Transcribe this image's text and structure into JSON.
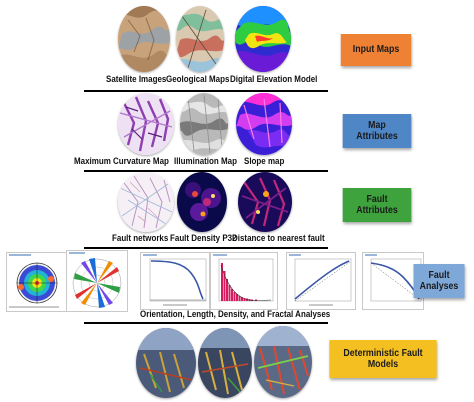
{
  "rows": {
    "input": {
      "captions": [
        "Satellite Images",
        "Geological Maps",
        "Digital Elevation Model"
      ],
      "box": {
        "lines": [
          "Input Maps"
        ],
        "color": "#ee8133"
      }
    },
    "map_attributes": {
      "captions": [
        "Maximum Curvature Map",
        "Illumination Map",
        "Slope map"
      ],
      "box": {
        "lines": [
          "Map",
          "Attributes"
        ],
        "color": "#4f86c6"
      }
    },
    "fault_attributes": {
      "captions": [
        "Fault networks",
        "Fault Density P32",
        "Distance to nearest fault"
      ],
      "box": {
        "lines": [
          "Fault",
          "Attributes"
        ],
        "color": "#3fa33d"
      }
    },
    "analyses": {
      "caption": "Orientation, Length, Density, and Fractal Analyses",
      "box": {
        "lines": [
          "Fault",
          "Analyses"
        ],
        "color": "#7ea8d8"
      }
    },
    "models": {
      "box": {
        "lines": [
          "Deterministic Fault Models"
        ],
        "color": "#f4c021"
      }
    }
  },
  "colors": {
    "rule": "#000000",
    "density_dark": "#0a0a4a",
    "hist_bar": "#d81b60",
    "curve": "#3a57a8"
  },
  "icons": [
    "satellite-image",
    "geological-map",
    "elevation-map",
    "curvature-map",
    "illumination-map",
    "slope-map",
    "fault-network",
    "fault-density",
    "fault-distance",
    "stereonet",
    "rose-diagram",
    "length-curve",
    "length-histogram",
    "fractal-curve",
    "density-curve",
    "fault-model"
  ]
}
